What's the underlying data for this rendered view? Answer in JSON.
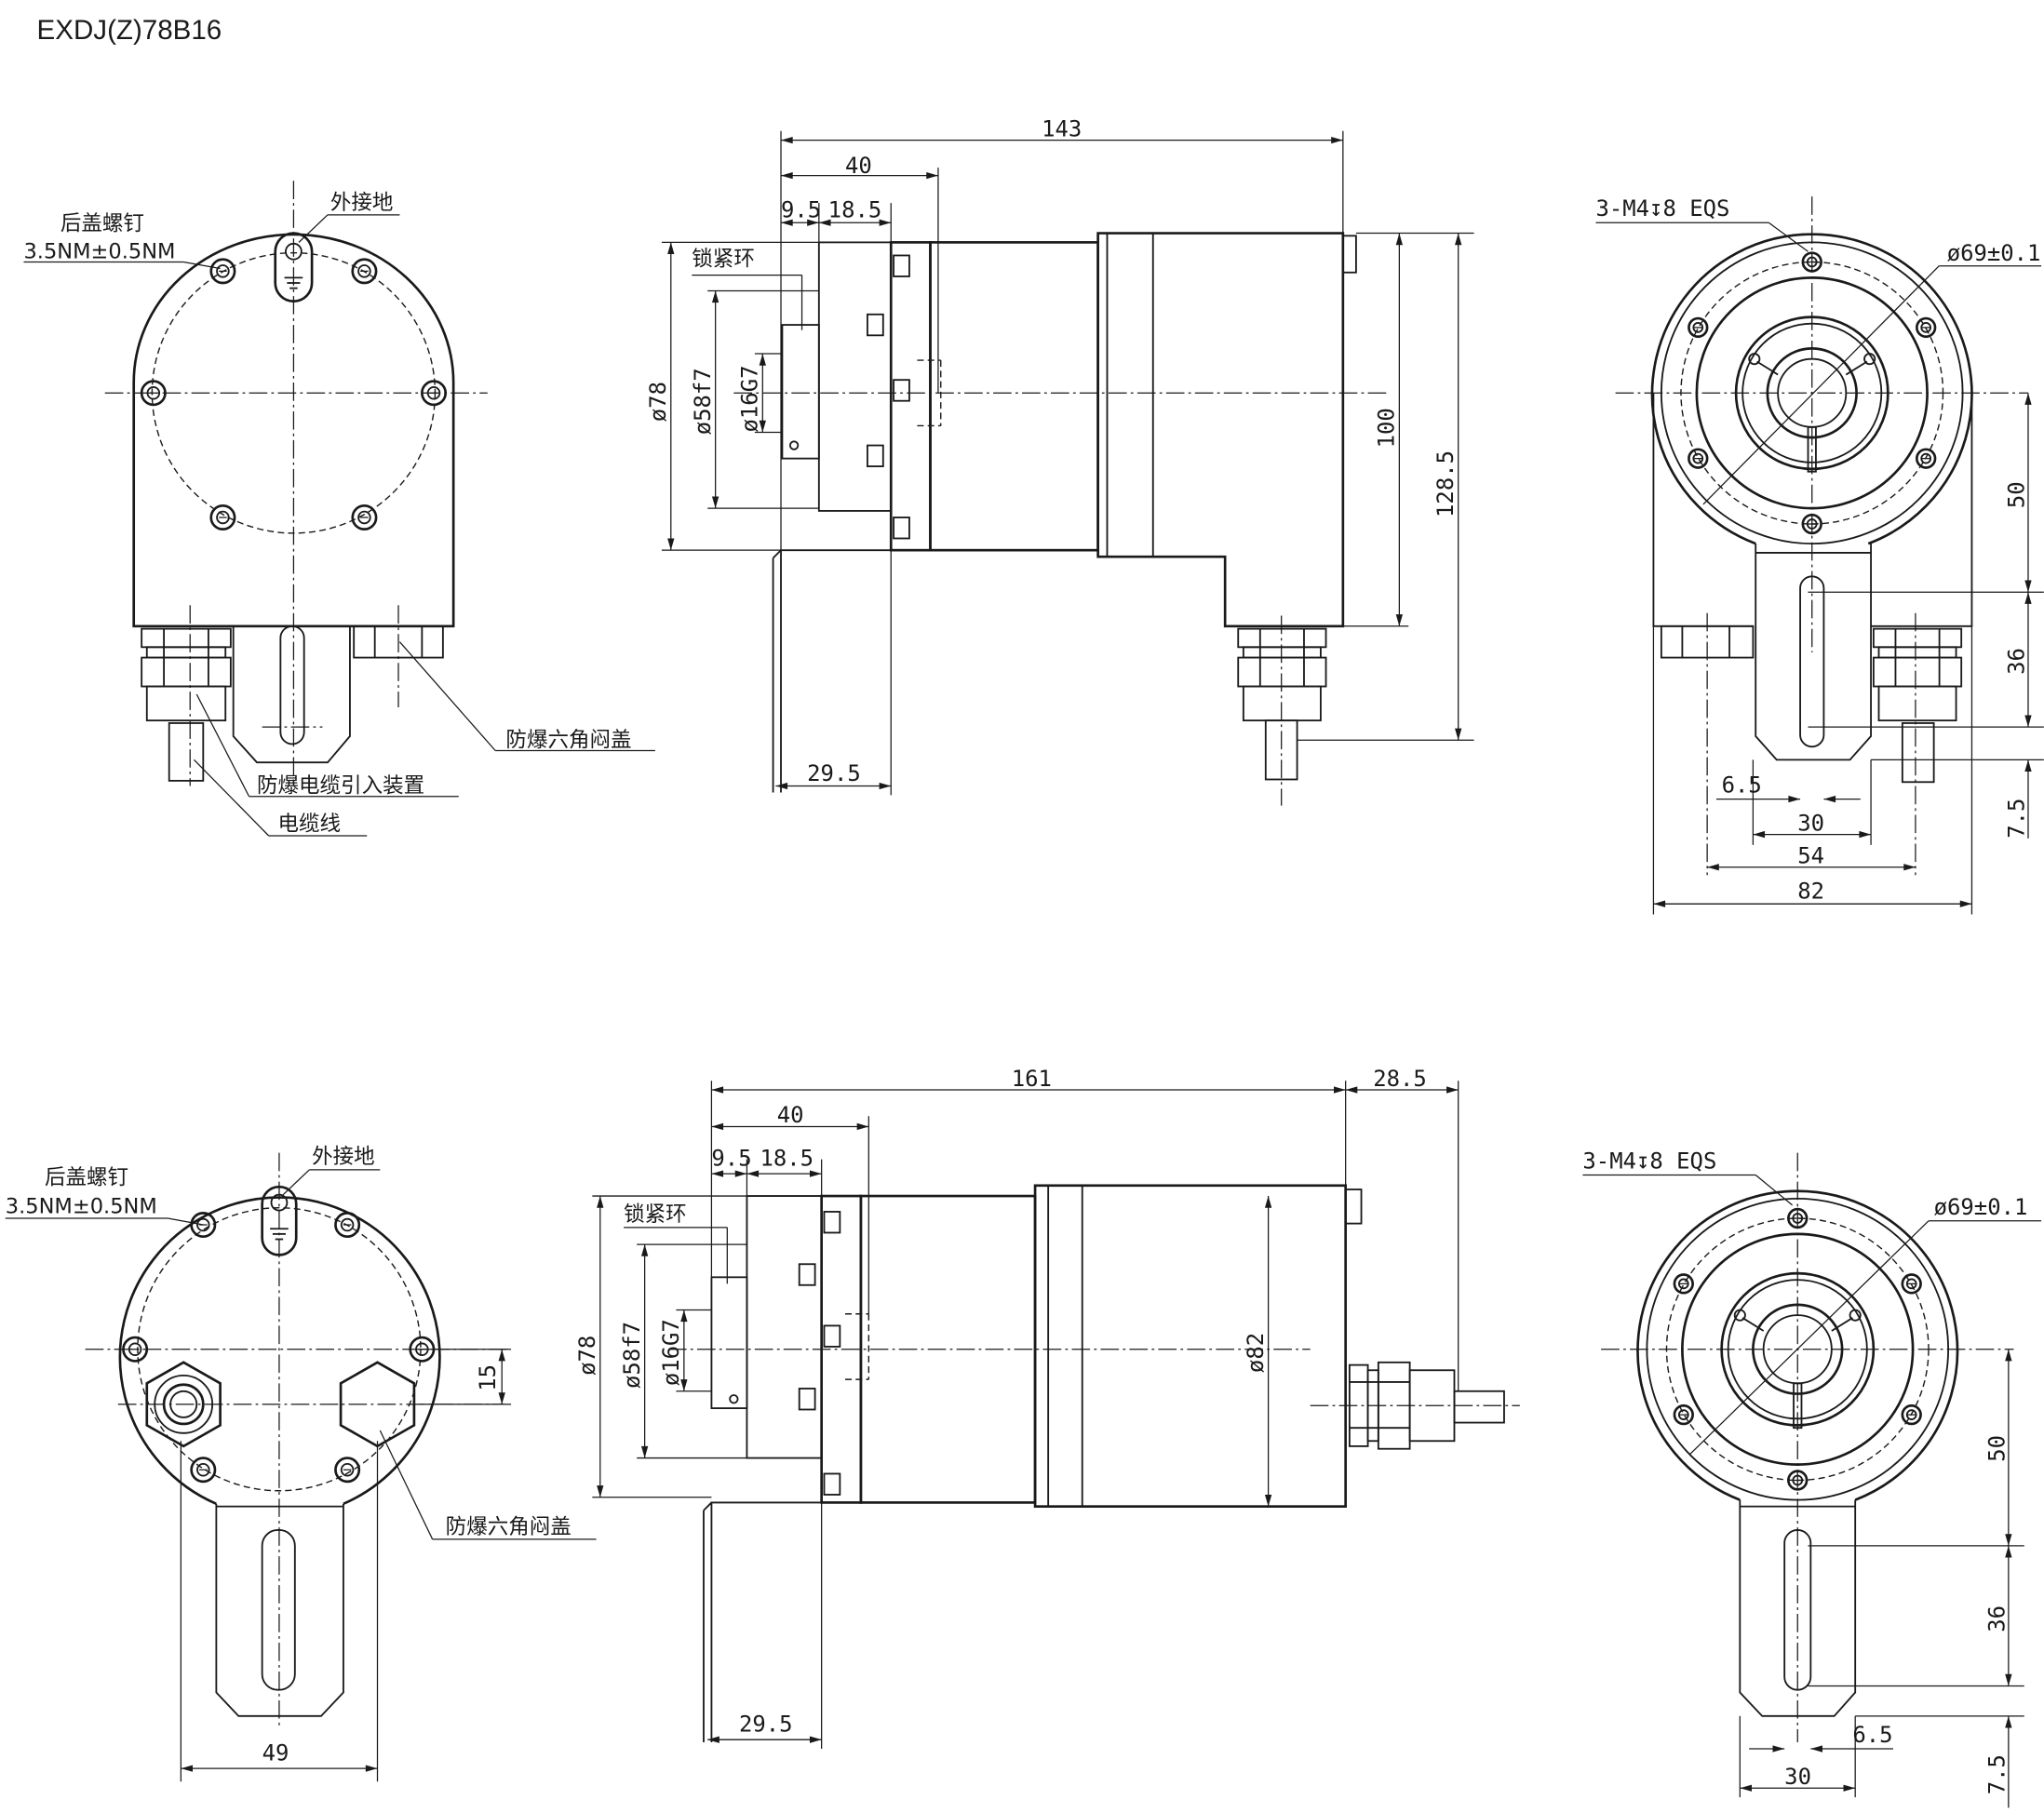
{
  "title": "EXDJ(Z)78B16",
  "top": {
    "rear_view": {
      "rear_screw_label": "后盖螺钉",
      "torque": "3.5NM±0.5NM",
      "ground_label": "外接地",
      "hex_plug_label": "防爆六角闷盖",
      "cable_gland_label": "防爆电缆引入装置",
      "cable_label": "电缆线"
    },
    "side_view": {
      "length": "143",
      "d40": "40",
      "d9_5": "9.5",
      "d18_5": "18.5",
      "lock_ring": "锁紧环",
      "dia78": "ø78",
      "dia58": "ø58f7",
      "dia16": "ø16G7",
      "h100": "100",
      "h128_5": "128.5",
      "d29_5": "29.5"
    },
    "front_view": {
      "thread": "3-M4↧8 EQS",
      "pcd": "ø69±0.1",
      "d50": "50",
      "d36": "36",
      "d7_5": "7.5",
      "d6_5": "6.5",
      "w30": "30",
      "w54": "54",
      "w82": "82"
    }
  },
  "bottom": {
    "rear_view": {
      "rear_screw_label": "后盖螺钉",
      "torque": "3.5NM±0.5NM",
      "ground_label": "外接地",
      "d15": "15",
      "hex_plug_label": "防爆六角闷盖",
      "w49": "49"
    },
    "side_view": {
      "length": "161",
      "d28_5": "28.5",
      "d40": "40",
      "d9_5": "9.5",
      "d18_5": "18.5",
      "lock_ring": "锁紧环",
      "dia78": "ø78",
      "dia58": "ø58f7",
      "dia16": "ø16G7",
      "dia82": "ø82",
      "d29_5": "29.5"
    },
    "front_view": {
      "thread": "3-M4↧8 EQS",
      "pcd": "ø69±0.1",
      "d50": "50",
      "d36": "36",
      "d7_5": "7.5",
      "d6_5": "6.5",
      "w30": "30"
    }
  }
}
